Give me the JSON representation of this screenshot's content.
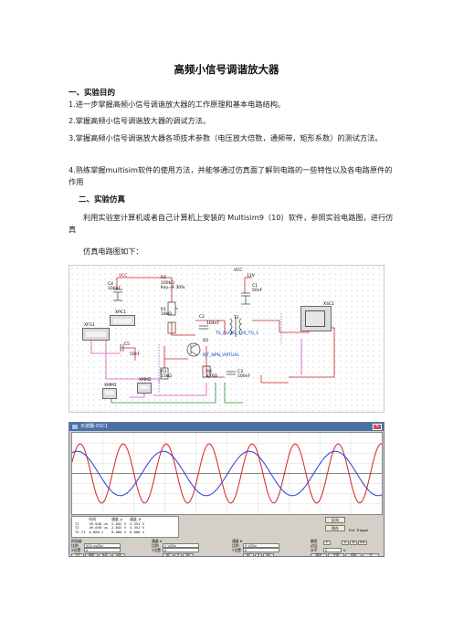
{
  "doc": {
    "title": "高频小信号调谐放大器",
    "section1_heading": "一、实验目的",
    "objectives": [
      "1.进一步掌握高频小信号调谐放大器的工作原理和基本电路结构。",
      "2.掌握高频小信号调谐放大器的调试方法。",
      "3.掌握高频小信号调谐放大器各项技术参数（电压放大倍数，通频带，矩形系数）的测试方法。",
      "4.熟练掌握multisim软件的使用方法，并能够通过仿真面了解到电路的一些特性以及各电路原件的作用"
    ],
    "section2_heading": "二、实验仿真",
    "sim_para": "利用实验室计算机或者自己计算机上安装的 Multisim9（10）软件，参照实验电路图，进行仿真",
    "sim_caption": "仿真电路图如下："
  },
  "circuit": {
    "labels": {
      "vcc_left": "VCC",
      "vcc_right": "VCC",
      "v12": "12V",
      "c4": "C4",
      "c4_val": "100nF",
      "c1": "C1",
      "c1_val": "50nF",
      "r2": "R2",
      "r2_val": "100kΩ",
      "r2_key": "Key=A  30%",
      "r1": "R1",
      "r1_val": "18kΩ",
      "c2": "C2",
      "c2_val": "104nF",
      "t1": "T1",
      "t1_model": "TS_AUDIO_100_TO_1",
      "q1": "Q1",
      "q1_model": "BJT_NPN_VIRTUAL",
      "c5": "C5",
      "c5_val": "50nF",
      "r3": "R3",
      "r3_val": "15kΩ",
      "r4": "R4",
      "r4_val": "470Ω",
      "c3": "C3",
      "c3_val": "100nF",
      "xfg1": "XFG1",
      "xsc1": "XSC1",
      "xpc1": "XPC1",
      "xmm1": "XMM1",
      "xmm2": "XMM2"
    }
  },
  "oscilloscope": {
    "window_title": "示波器-XSC1",
    "readout": {
      "headers": [
        "",
        "时间",
        "通道_A",
        "通道_B"
      ],
      "rows": [
        [
          "T1",
          "49.040 us",
          "2.842 V",
          "4.351 V"
        ],
        [
          "T2",
          "49.040 us",
          "2.842 V",
          "4.351 V"
        ],
        [
          "T2-T1",
          "0.000 s",
          "0.000 V",
          "0.000 V"
        ]
      ]
    },
    "timebase_label": "时间轴",
    "timebase_scale_label": "比例",
    "timebase_scale": "500 ns/Div",
    "x_pos_label": "X位置",
    "x_pos": "0",
    "cha_label": "通道 A",
    "cha_scale_label": "比例",
    "cha_scale": "2 V/Div",
    "cha_ypos_label": "Y位置",
    "cha_ypos": "0",
    "chb_label": "通道 B",
    "chb_scale_label": "比例",
    "chb_scale": "5 V/Div",
    "chb_ypos_label": "Y位置",
    "chb_ypos": "0",
    "trigger_label": "触发",
    "edge_label": "边沿",
    "level_label": "水平",
    "level_value": "0",
    "level_unit": "V",
    "buttons": {
      "reverse": "反向",
      "save": "保存",
      "ext_trigger": "Ext. Trigger",
      "yt": "Y/T",
      "add": "添加",
      "ba": "B/A",
      "ab": "A/B",
      "ac_a": "AC",
      "zero_a": "0",
      "dc_a": "DC",
      "ac_b": "AC",
      "zero_b": "0",
      "dc_b": "DC",
      "trig_f": "F",
      "trig_a": "A",
      "trig_b": "B",
      "trig_ext": "Ext",
      "single": "单次",
      "normal": "正常",
      "auto": "自动",
      "none": "无"
    },
    "colors": {
      "channel_a": "#d62020",
      "channel_b": "#2a3bd4"
    },
    "chart_data": {
      "type": "line",
      "series": [
        {
          "color": "#d62020",
          "cycles": 7.2,
          "amplitude": 0.8
        },
        {
          "color": "#2a3bd4",
          "cycles": 3.6,
          "amplitude": 0.6
        }
      ]
    }
  }
}
